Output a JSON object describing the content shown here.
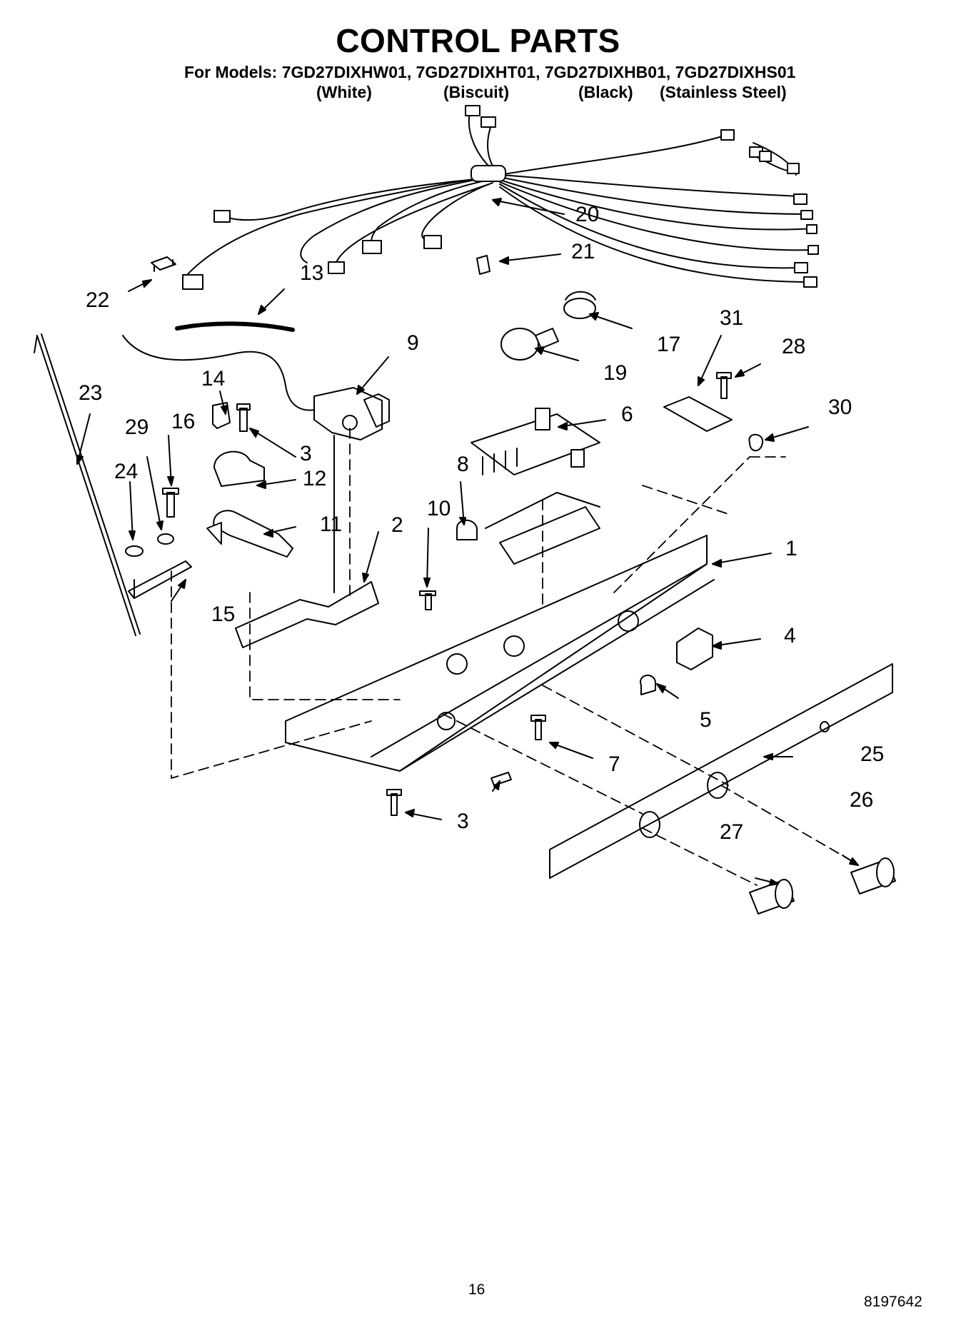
{
  "header": {
    "title": "CONTROL PARTS",
    "models_line": "For Models: 7GD27DIXHW01, 7GD27DIXHT01, 7GD27DIXHB01, 7GD27DIXHS01",
    "variants": [
      "(White)",
      "(Biscuit)",
      "(Black)",
      "(Stainless Steel)"
    ]
  },
  "callouts": [
    "1",
    "2",
    "3",
    "3",
    "4",
    "5",
    "6",
    "7",
    "8",
    "9",
    "10",
    "11",
    "12",
    "13",
    "14",
    "15",
    "16",
    "17",
    "19",
    "20",
    "21",
    "22",
    "23",
    "24",
    "25",
    "26",
    "27",
    "28",
    "29",
    "30",
    "31"
  ],
  "footer": {
    "page_number": "16",
    "doc_number": "8197642"
  }
}
